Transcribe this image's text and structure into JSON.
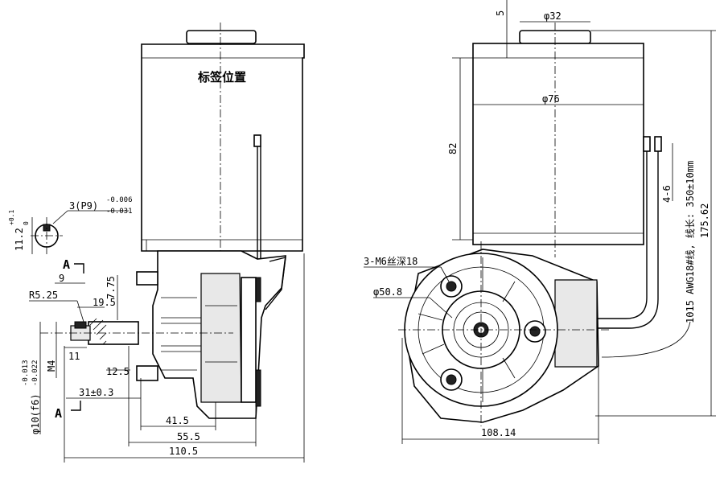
{
  "drawing": {
    "label_position_text": "标签位置",
    "section_marker": "A",
    "left_view": {
      "key_callout": "3(P9)",
      "key_tol_upper": "-0.006",
      "key_tol_lower": "-0.031",
      "key_height": "11.2",
      "key_height_tol_upper": "+0.1",
      "key_height_tol_lower": "0",
      "dim_9": "9",
      "dim_r": "R5.25",
      "dim_7_75": "7.75",
      "dim_19_5": "19.5",
      "dim_11": "11",
      "dim_m4": "M4",
      "dim_12_5": "12.5",
      "shaft_dia": "φ10(f6)",
      "shaft_tol_upper": "-0.013",
      "shaft_tol_lower": "-0.022",
      "dim_31": "31±0.3",
      "dim_41_5": "41.5",
      "dim_55_5": "55.5",
      "dim_110_5": "110.5"
    },
    "right_view": {
      "dim_5": "5",
      "dim_phi32": "φ32",
      "dim_phi76": "φ76",
      "dim_82": "82",
      "dim_4_6": "4-6",
      "dim_m6": "3-M6丝深18",
      "dim_phi50_8": "φ50.8",
      "wire_note": "1015 AWG18#线, 线长: 350±10mm",
      "dim_175_62": "175.62",
      "dim_108_14": "108.14"
    }
  }
}
